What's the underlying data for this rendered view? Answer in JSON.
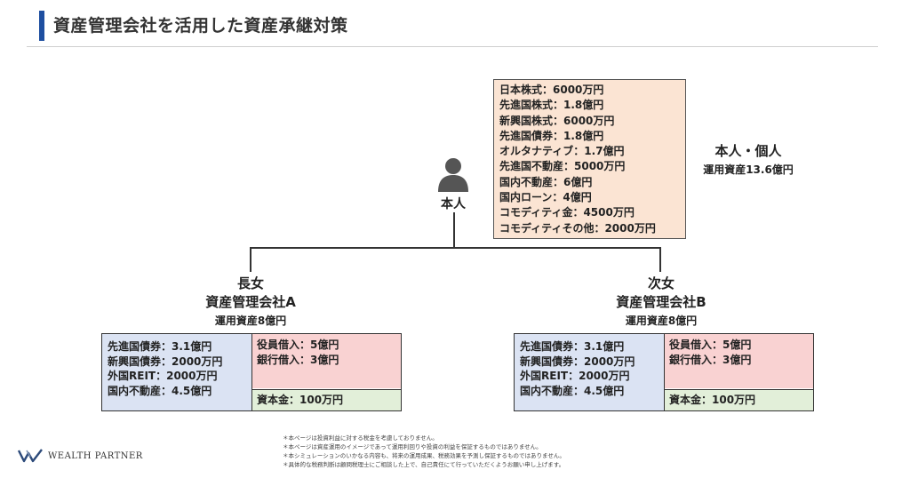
{
  "header": {
    "title": "資産管理会社を活用した資産承継対策"
  },
  "owner": {
    "icon": "person-icon",
    "label": "本人",
    "title": "本人・個人",
    "aum": "運用資産13.6億円",
    "assets": [
      "日本株式：6000万円",
      "先進国株式：1.8億円",
      "新興国株式：6000万円",
      "先進国債券：1.8億円",
      "オルタナティブ：1.7億円",
      "先進国不動産：5000万円",
      "国内不動産：6億円",
      "国内ローン：4億円",
      "コモディティ金：4500万円",
      "コモディティその他：2000万円"
    ]
  },
  "companies": [
    {
      "relation": "長女",
      "name": "資産管理会社A",
      "aum": "運用資産8億円",
      "assets": [
        "先進国債券：3.1億円",
        "新興国債券：2000万円",
        "外国REIT：2000万円",
        "国内不動産：4.5億円"
      ],
      "liabilities": [
        "役員借入：5億円",
        "銀行借入：3億円"
      ],
      "equity": "資本金：100万円"
    },
    {
      "relation": "次女",
      "name": "資産管理会社B",
      "aum": "運用資産8億円",
      "assets": [
        "先進国債券：3.1億円",
        "新興国債券：2000万円",
        "外国REIT：2000万円",
        "国内不動産：4.5億円"
      ],
      "liabilities": [
        "役員借入：5億円",
        "銀行借入：3億円"
      ],
      "equity": "資本金：100万円"
    }
  ],
  "colors": {
    "title_accent": "#1e4fa0",
    "owner_assets_bg": "#fbe4d3",
    "company_assets_bg": "#dbe3f3",
    "company_liabilities_bg": "#f9d2d2",
    "company_equity_bg": "#e2efd9"
  },
  "footer": {
    "logo_text": "WEALTH PARTNER",
    "notes": [
      "＊本ページは投資利益に対する税金を考慮しておりません。",
      "＊本ページは資産運用のイメージであって運用利回りや投資の利益を保証するものではありません。",
      "＊本シミュレーションのいかなる内容も、将来の運用成果、税務効果を予測し保証するものではありません。",
      "＊具体的な税務判断は顧問税理士にご相談した上で、自己責任にて行っていただくようお願い申し上げます。"
    ]
  }
}
